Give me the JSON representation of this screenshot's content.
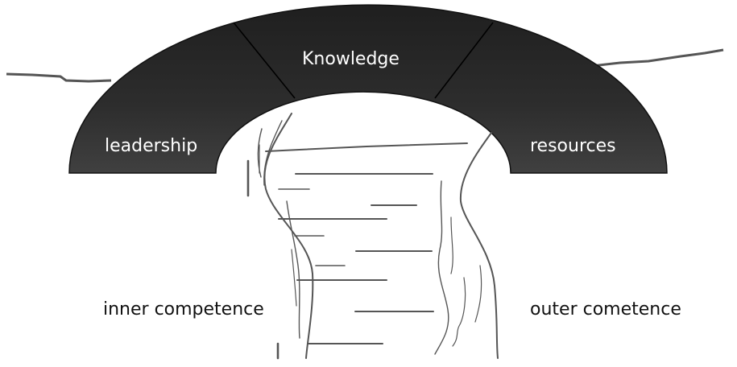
{
  "diagram": {
    "arch_segments": {
      "left": "leadership",
      "center": "Knowledge",
      "right": "resources"
    },
    "side_labels": {
      "left": "inner competence",
      "right": "outer cometence"
    },
    "colors": {
      "arch_fill": "#2b2b2b",
      "arch_stroke": "#111111",
      "line": "#555555",
      "text_dark": "#111111",
      "text_light": "#ffffff"
    }
  }
}
